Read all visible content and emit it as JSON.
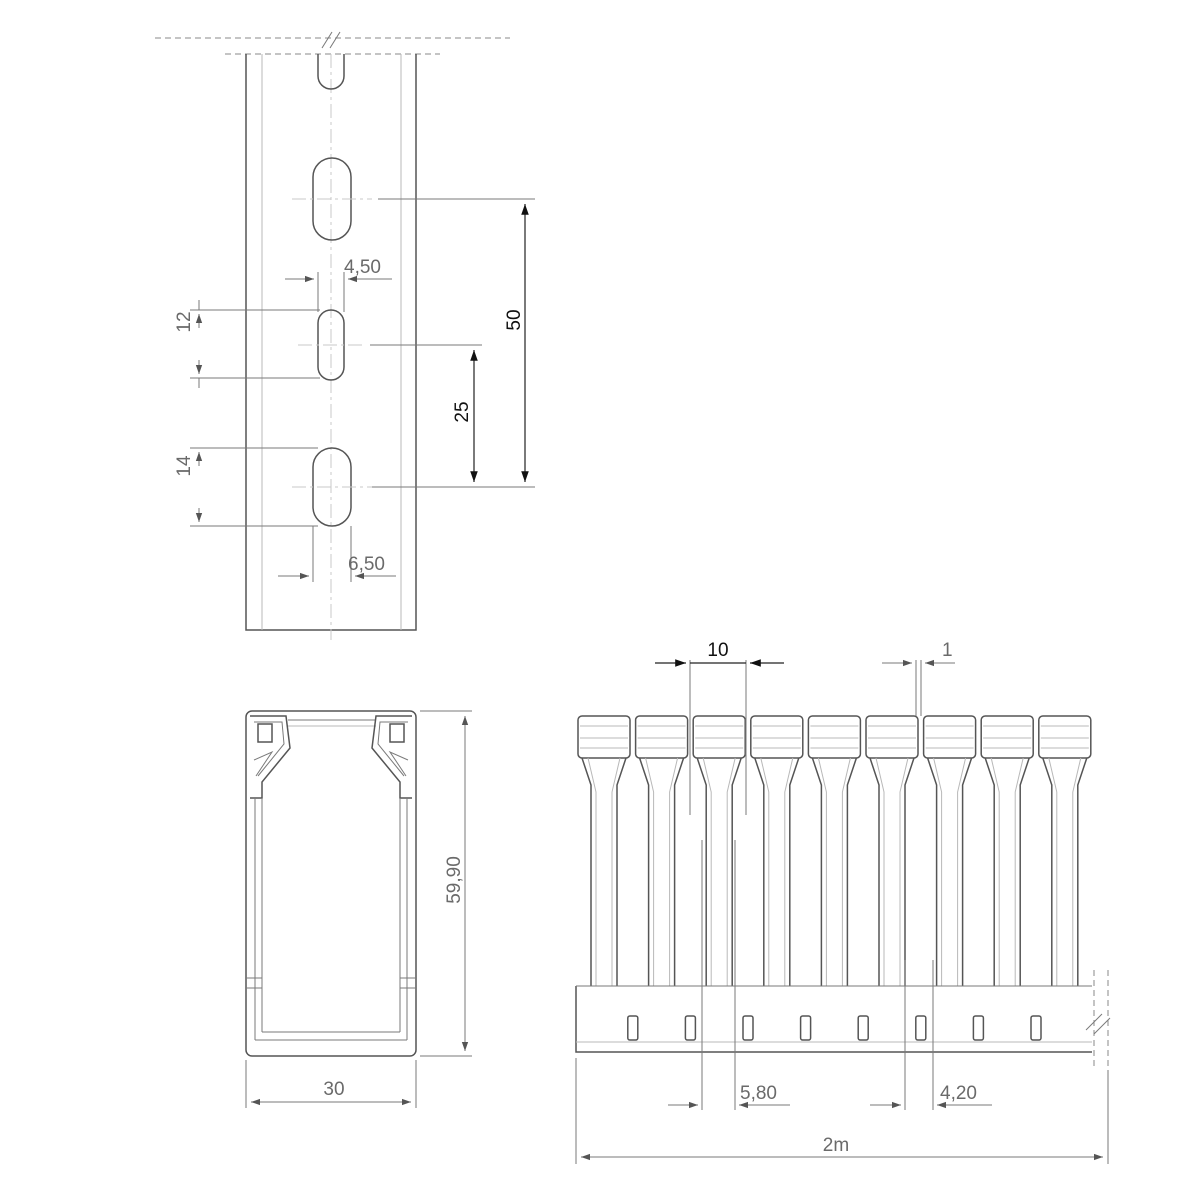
{
  "rail_view": {
    "slot_spacing_large": "50",
    "slot_spacing_small": "25",
    "small_slot_height": "12",
    "large_slot_height": "14",
    "small_slot_width": "4,50",
    "large_slot_width": "6,50"
  },
  "section_view": {
    "height": "59,90",
    "width": "30"
  },
  "side_view": {
    "finger_pitch": "10",
    "finger_gap": "1",
    "slot_width": "5,80",
    "slot_width_small": "4,20",
    "length": "2m"
  }
}
